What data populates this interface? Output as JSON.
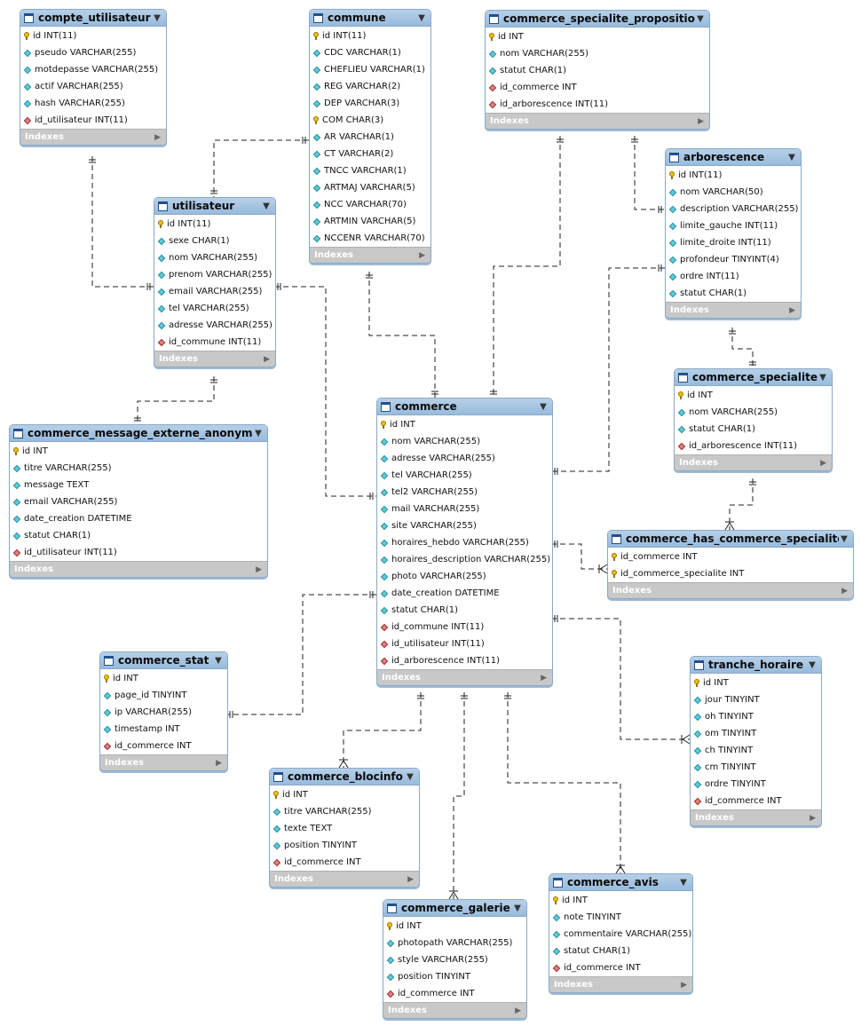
{
  "tables": [
    {
      "id": "compte_utilisateur",
      "name": "compte_utilisateur",
      "columns": [
        {
          "kind": "pk",
          "text": "id INT(11)"
        },
        {
          "kind": "attr",
          "text": "pseudo VARCHAR(255)"
        },
        {
          "kind": "attr",
          "text": "motdepasse VARCHAR(255)"
        },
        {
          "kind": "attr",
          "text": "actif VARCHAR(255)"
        },
        {
          "kind": "attr",
          "text": "hash VARCHAR(255)"
        },
        {
          "kind": "fk",
          "text": "id_utilisateur INT(11)"
        }
      ],
      "footer": "Indexes"
    },
    {
      "id": "commune",
      "name": "commune",
      "columns": [
        {
          "kind": "pk",
          "text": "id INT(11)"
        },
        {
          "kind": "attr",
          "text": "CDC VARCHAR(1)"
        },
        {
          "kind": "attr",
          "text": "CHEFLIEU VARCHAR(1)"
        },
        {
          "kind": "attr",
          "text": "REG VARCHAR(2)"
        },
        {
          "kind": "attr",
          "text": "DEP VARCHAR(3)"
        },
        {
          "kind": "pk",
          "text": "COM CHAR(3)"
        },
        {
          "kind": "attr",
          "text": "AR VARCHAR(1)"
        },
        {
          "kind": "attr",
          "text": "CT VARCHAR(2)"
        },
        {
          "kind": "attr",
          "text": "TNCC VARCHAR(1)"
        },
        {
          "kind": "attr",
          "text": "ARTMAJ VARCHAR(5)"
        },
        {
          "kind": "attr",
          "text": "NCC VARCHAR(70)"
        },
        {
          "kind": "attr",
          "text": "ARTMIN VARCHAR(5)"
        },
        {
          "kind": "attr",
          "text": "NCCENR VARCHAR(70)"
        }
      ],
      "footer": "Indexes"
    },
    {
      "id": "commerce_specialite_proposition",
      "name": "commerce_specialite_proposition",
      "columns": [
        {
          "kind": "pk",
          "text": "id INT"
        },
        {
          "kind": "attr",
          "text": "nom VARCHAR(255)"
        },
        {
          "kind": "attr",
          "text": "statut CHAR(1)"
        },
        {
          "kind": "fk",
          "text": "id_commerce INT"
        },
        {
          "kind": "fk",
          "text": "id_arborescence INT(11)"
        }
      ],
      "footer": "Indexes"
    },
    {
      "id": "arborescence",
      "name": "arborescence",
      "columns": [
        {
          "kind": "pk",
          "text": "id INT(11)"
        },
        {
          "kind": "attr",
          "text": "nom VARCHAR(50)"
        },
        {
          "kind": "attr",
          "text": "description VARCHAR(255)"
        },
        {
          "kind": "attr",
          "text": "limite_gauche INT(11)"
        },
        {
          "kind": "attr",
          "text": "limite_droite INT(11)"
        },
        {
          "kind": "attr",
          "text": "profondeur TINYINT(4)"
        },
        {
          "kind": "attr",
          "text": "ordre INT(11)"
        },
        {
          "kind": "attr",
          "text": "statut CHAR(1)"
        }
      ],
      "footer": "Indexes"
    },
    {
      "id": "utilisateur",
      "name": "utilisateur",
      "columns": [
        {
          "kind": "pk",
          "text": "id INT(11)"
        },
        {
          "kind": "attr",
          "text": "sexe CHAR(1)"
        },
        {
          "kind": "attr",
          "text": "nom VARCHAR(255)"
        },
        {
          "kind": "attr",
          "text": "prenom VARCHAR(255)"
        },
        {
          "kind": "attr",
          "text": "email VARCHAR(255)"
        },
        {
          "kind": "attr",
          "text": "tel VARCHAR(255)"
        },
        {
          "kind": "attr",
          "text": "adresse VARCHAR(255)"
        },
        {
          "kind": "fk",
          "text": "id_commune INT(11)"
        }
      ],
      "footer": "Indexes"
    },
    {
      "id": "commerce_specialite",
      "name": "commerce_specialite",
      "columns": [
        {
          "kind": "pk",
          "text": "id INT"
        },
        {
          "kind": "attr",
          "text": "nom VARCHAR(255)"
        },
        {
          "kind": "attr",
          "text": "statut CHAR(1)"
        },
        {
          "kind": "fk",
          "text": "id_arborescence INT(11)"
        }
      ],
      "footer": "Indexes"
    },
    {
      "id": "commerce",
      "name": "commerce",
      "columns": [
        {
          "kind": "pk",
          "text": "id INT"
        },
        {
          "kind": "attr",
          "text": "nom VARCHAR(255)"
        },
        {
          "kind": "attr",
          "text": "adresse VARCHAR(255)"
        },
        {
          "kind": "attr",
          "text": "tel VARCHAR(255)"
        },
        {
          "kind": "attr",
          "text": "tel2 VARCHAR(255)"
        },
        {
          "kind": "attr",
          "text": "mail VARCHAR(255)"
        },
        {
          "kind": "attr",
          "text": "site VARCHAR(255)"
        },
        {
          "kind": "attr",
          "text": "horaires_hebdo VARCHAR(255)"
        },
        {
          "kind": "attr",
          "text": "horaires_description VARCHAR(255)"
        },
        {
          "kind": "attr",
          "text": "photo VARCHAR(255)"
        },
        {
          "kind": "attr",
          "text": "date_creation DATETIME"
        },
        {
          "kind": "attr",
          "text": "statut CHAR(1)"
        },
        {
          "kind": "fk",
          "text": "id_commune INT(11)"
        },
        {
          "kind": "fk",
          "text": "id_utilisateur INT(11)"
        },
        {
          "kind": "fk",
          "text": "id_arborescence INT(11)"
        }
      ],
      "footer": "Indexes"
    },
    {
      "id": "commerce_message_externe_anonyme",
      "name": "commerce_message_externe_anonyme",
      "columns": [
        {
          "kind": "pk",
          "text": "id INT"
        },
        {
          "kind": "attr",
          "text": "titre VARCHAR(255)"
        },
        {
          "kind": "attr",
          "text": "message TEXT"
        },
        {
          "kind": "attr",
          "text": "email VARCHAR(255)"
        },
        {
          "kind": "attr",
          "text": "date_creation DATETIME"
        },
        {
          "kind": "attr",
          "text": "statut CHAR(1)"
        },
        {
          "kind": "fk",
          "text": "id_utilisateur INT(11)"
        }
      ],
      "footer": "Indexes"
    },
    {
      "id": "commerce_has_commerce_specialite",
      "name": "commerce_has_commerce_specialite",
      "columns": [
        {
          "kind": "pk",
          "text": "id_commerce INT"
        },
        {
          "kind": "pk",
          "text": "id_commerce_specialite INT"
        }
      ],
      "footer": "Indexes"
    },
    {
      "id": "commerce_stat",
      "name": "commerce_stat",
      "columns": [
        {
          "kind": "pk",
          "text": "id INT"
        },
        {
          "kind": "attr",
          "text": "page_id TINYINT"
        },
        {
          "kind": "attr",
          "text": "ip VARCHAR(255)"
        },
        {
          "kind": "attr",
          "text": "timestamp INT"
        },
        {
          "kind": "fk",
          "text": "id_commerce INT"
        }
      ],
      "footer": "Indexes"
    },
    {
      "id": "tranche_horaire",
      "name": "tranche_horaire",
      "columns": [
        {
          "kind": "pk",
          "text": "id INT"
        },
        {
          "kind": "attr",
          "text": "jour TINYINT"
        },
        {
          "kind": "attr",
          "text": "oh TINYINT"
        },
        {
          "kind": "attr",
          "text": "om TINYINT"
        },
        {
          "kind": "attr",
          "text": "ch TINYINT"
        },
        {
          "kind": "attr",
          "text": "cm TINYINT"
        },
        {
          "kind": "attr",
          "text": "ordre TINYINT"
        },
        {
          "kind": "fk",
          "text": "id_commerce INT"
        }
      ],
      "footer": "Indexes"
    },
    {
      "id": "commerce_blocinfo",
      "name": "commerce_blocinfo",
      "columns": [
        {
          "kind": "pk",
          "text": "id INT"
        },
        {
          "kind": "attr",
          "text": "titre VARCHAR(255)"
        },
        {
          "kind": "attr",
          "text": "texte TEXT"
        },
        {
          "kind": "attr",
          "text": "position TINYINT"
        },
        {
          "kind": "fk",
          "text": "id_commerce INT"
        }
      ],
      "footer": "Indexes"
    },
    {
      "id": "commerce_avis",
      "name": "commerce_avis",
      "columns": [
        {
          "kind": "pk",
          "text": "id INT"
        },
        {
          "kind": "attr",
          "text": "note TINYINT"
        },
        {
          "kind": "attr",
          "text": "commentaire VARCHAR(255)"
        },
        {
          "kind": "attr",
          "text": "statut CHAR(1)"
        },
        {
          "kind": "fk",
          "text": "id_commerce INT"
        }
      ],
      "footer": "Indexes"
    },
    {
      "id": "commerce_galerie",
      "name": "commerce_galerie",
      "columns": [
        {
          "kind": "pk",
          "text": "id INT"
        },
        {
          "kind": "attr",
          "text": "photopath VARCHAR(255)"
        },
        {
          "kind": "attr",
          "text": "style VARCHAR(255)"
        },
        {
          "kind": "attr",
          "text": "position TINYINT"
        },
        {
          "kind": "fk",
          "text": "id_commerce INT"
        }
      ],
      "footer": "Indexes"
    }
  ],
  "relationships": [
    {
      "from": "compte_utilisateur",
      "to": "utilisateur",
      "cardinality": "one-to-one"
    },
    {
      "from": "commune",
      "to": "utilisateur",
      "cardinality": "one-to-one"
    },
    {
      "from": "commune",
      "to": "commerce",
      "cardinality": "one-to-one"
    },
    {
      "from": "utilisateur",
      "to": "commerce",
      "cardinality": "one-to-one"
    },
    {
      "from": "utilisateur",
      "to": "commerce_message_externe_anonyme",
      "cardinality": "one-to-one"
    },
    {
      "from": "commerce_specialite_proposition",
      "to": "commerce",
      "cardinality": "one-to-one"
    },
    {
      "from": "commerce_specialite_proposition",
      "to": "arborescence",
      "cardinality": "one-to-one"
    },
    {
      "from": "arborescence",
      "to": "commerce",
      "cardinality": "one-to-one"
    },
    {
      "from": "arborescence",
      "to": "commerce_specialite",
      "cardinality": "one-to-one"
    },
    {
      "from": "commerce_specialite",
      "to": "commerce_has_commerce_specialite",
      "cardinality": "one-to-many"
    },
    {
      "from": "commerce",
      "to": "commerce_has_commerce_specialite",
      "cardinality": "one-to-many"
    },
    {
      "from": "commerce",
      "to": "commerce_stat",
      "cardinality": "one-to-one"
    },
    {
      "from": "commerce",
      "to": "tranche_horaire",
      "cardinality": "one-to-many"
    },
    {
      "from": "commerce",
      "to": "commerce_blocinfo",
      "cardinality": "one-to-many"
    },
    {
      "from": "commerce",
      "to": "commerce_galerie",
      "cardinality": "one-to-many"
    },
    {
      "from": "commerce",
      "to": "commerce_avis",
      "cardinality": "one-to-many"
    }
  ]
}
